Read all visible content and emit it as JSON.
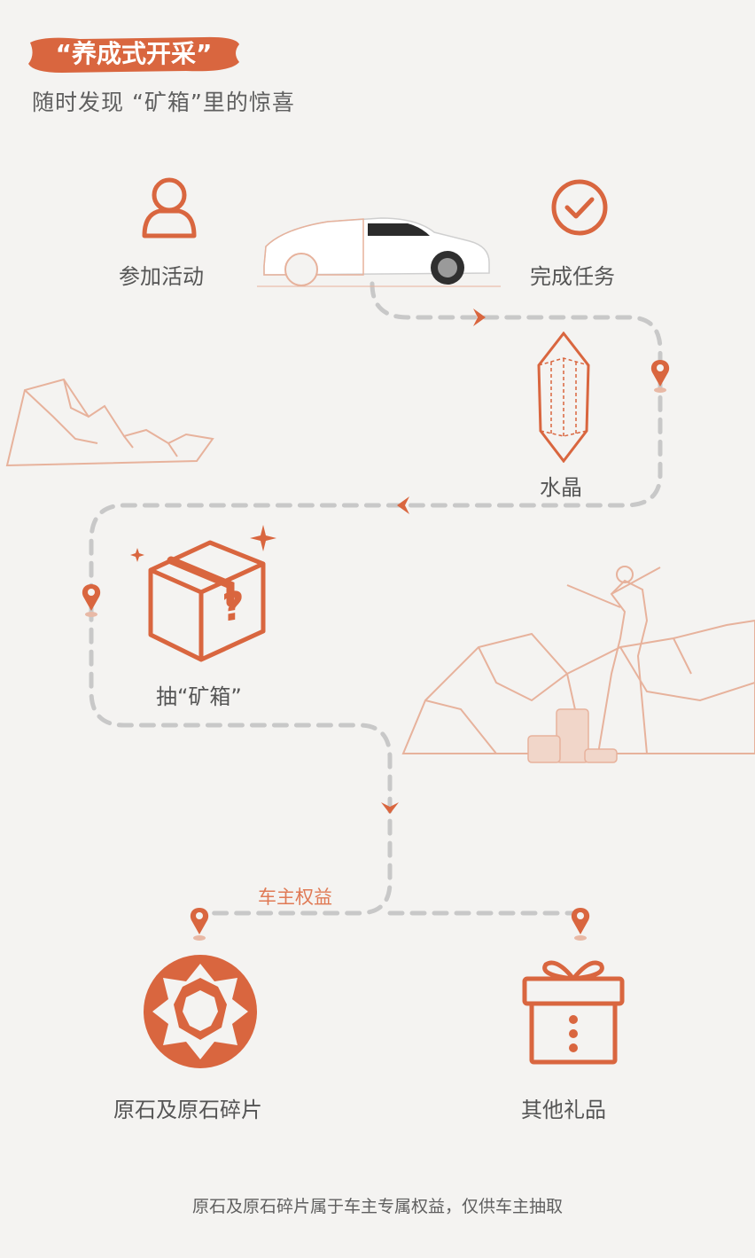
{
  "header": {
    "tag": "“养成式开采”",
    "subtitle": "随时发现 “矿箱”里的惊喜"
  },
  "steps": {
    "join": "参加活动",
    "complete": "完成任务",
    "crystal": "水晶",
    "draw_box": "抽“矿箱”",
    "owner_rights": "车主权益",
    "stone": "原石及原石碎片",
    "gifts": "其他礼品"
  },
  "footnote": "原石及原石碎片属于车主专属权益，仅供车主抽取",
  "colors": {
    "accent": "#d9663f",
    "path": "#c8c8c8",
    "text": "#555555"
  }
}
